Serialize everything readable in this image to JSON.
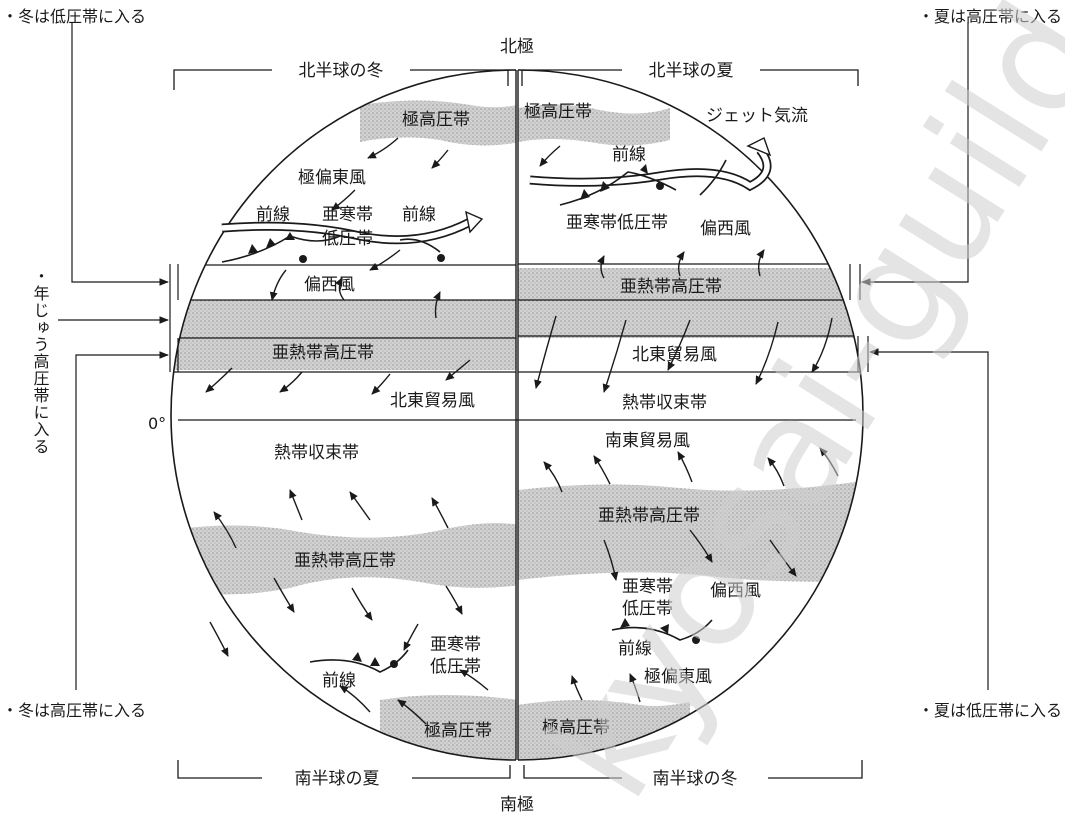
{
  "poles": {
    "north": "北極",
    "south": "南極"
  },
  "equator_label": "0°",
  "hemispheres": {
    "north_winter": "北半球の冬",
    "north_summer": "北半球の夏",
    "south_summer": "南半球の夏",
    "south_winter": "南半球の冬"
  },
  "side_notes": {
    "winter_low": "・冬は低圧帯に入る",
    "summer_high": "・夏は高圧帯に入る",
    "winter_high": "・冬は高圧帯に入る",
    "summer_low": "・夏は低圧帯に入る",
    "year_round_high": "・年じゅう高圧帯に入る"
  },
  "zones": {
    "polar_high": "極高圧帯",
    "polar_easterlies": "極偏東風",
    "front": "前線",
    "subpolar_low_line1": "亜寒帯",
    "subpolar_low_line2": "低圧帯",
    "subpolar_low": "亜寒帯低圧帯",
    "westerlies": "偏西風",
    "subtropical_high": "亜熱帯高圧帯",
    "ne_trade": "北東貿易風",
    "itcz": "熱帯収束帯",
    "se_trade": "南東貿易風",
    "jet_stream": "ジェット気流"
  },
  "watermark": "kyosai-guild",
  "colors": {
    "shade": "#c4c4c4",
    "ink": "#1a1a1a"
  }
}
